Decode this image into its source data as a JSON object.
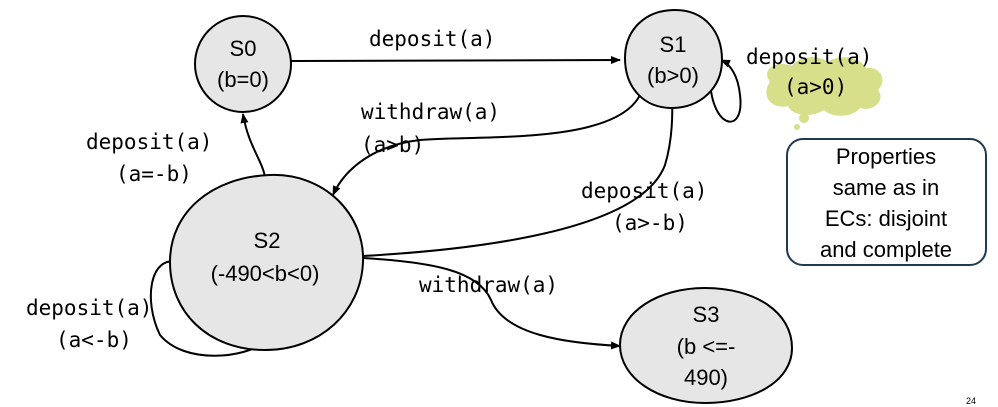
{
  "states": {
    "s0": {
      "name": "S0",
      "condition": "(b=0)"
    },
    "s1": {
      "name": "S1",
      "condition": "(b>0)"
    },
    "s2": {
      "name": "S2",
      "condition": "(-490<b<0)"
    },
    "s3": {
      "name": "S3",
      "condition_line1": "(b <=-",
      "condition_line2": "490)"
    }
  },
  "transitions": {
    "s0_s1": {
      "action": "deposit(a)"
    },
    "s1_self": {
      "action": "deposit(a)",
      "guard": "(a>0)"
    },
    "s1_s2": {
      "action": "withdraw(a)",
      "guard": "(a>b)"
    },
    "s2_s0": {
      "action": "deposit(a)",
      "guard": "(a=-b)"
    },
    "s2_s1": {
      "action": "deposit(a)",
      "guard": "(a>-b)"
    },
    "s2_self": {
      "action": "deposit(a)",
      "guard": "(a<-b)"
    },
    "s2_s3": {
      "action": "withdraw(a)"
    }
  },
  "note": {
    "line1": "Properties",
    "line2": "same as in",
    "line3": "ECs: disjoint",
    "line4": "and complete"
  },
  "page_number": "24",
  "colors": {
    "state_fill": "#e6e6e6",
    "cloud_fill": "#d8df8a",
    "note_border": "#1f3b4d"
  }
}
